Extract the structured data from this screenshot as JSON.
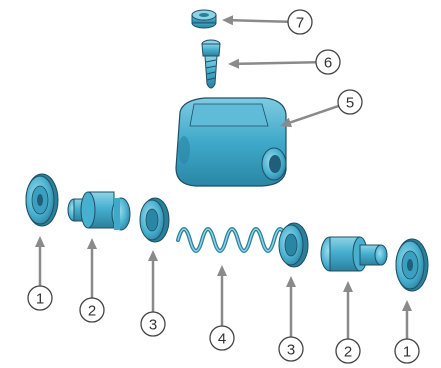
{
  "colors": {
    "part_fill": "#3fa9c9",
    "part_dark": "#2a7f9b",
    "part_light": "#8fd3e6",
    "part_stroke": "#1f4f63",
    "arrow": "#8a8a8a",
    "callout_stroke": "#444444",
    "callout_fill": "#ffffff"
  },
  "callouts": [
    {
      "id": "cap-left",
      "label": "1"
    },
    {
      "id": "piston-left",
      "label": "2"
    },
    {
      "id": "cup-left",
      "label": "3"
    },
    {
      "id": "spring",
      "label": "4"
    },
    {
      "id": "cup-right",
      "label": "3"
    },
    {
      "id": "piston-right",
      "label": "2"
    },
    {
      "id": "cap-right",
      "label": "1"
    },
    {
      "id": "cylinder-body",
      "label": "5"
    },
    {
      "id": "bleeder-screw",
      "label": "6"
    },
    {
      "id": "bleeder-cap",
      "label": "7"
    }
  ]
}
